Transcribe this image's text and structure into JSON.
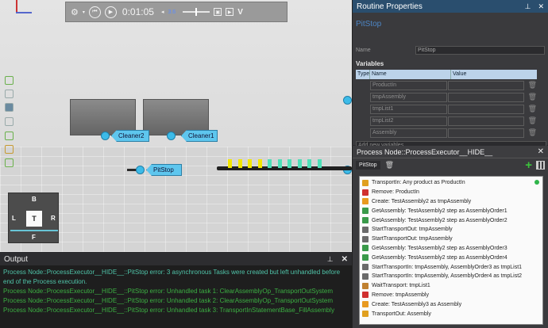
{
  "playback": {
    "time": "0:01:05",
    "speed": "3.6"
  },
  "nodes": {
    "cleaner2": "Cleaner2",
    "cleaner1": "Cleaner1",
    "pitstop": "PitStop"
  },
  "navcube": {
    "top": "T",
    "back": "B",
    "left": "L",
    "right": "R",
    "front": "F"
  },
  "output": {
    "title": "Output",
    "lines": [
      "Process Node::ProcessExecutor__HIDE__::PitStop error: 3 asynchronous Tasks were created but left unhandled before",
      "end of the Process execution.",
      "Process Node::ProcessExecutor__HIDE__::PitStop error: Unhandled task 1: ClearAssemblyOp_TransportOutSystem",
      "Process Node::ProcessExecutor__HIDE__::PitStop error: Unhandled task 2: ClearAssemblyOp_TransportOutSystem",
      "Process Node::ProcessExecutor__HIDE__::PitStop error: Unhandled task 3: TransportInStatementBase_FillAssembly"
    ],
    "colors": {
      "first": "#4fc3a8",
      "rest": "#3cb043"
    }
  },
  "routine": {
    "panel_title": "Routine Properties",
    "name_title": "PitStop",
    "name_label": "Name",
    "name_value": "PitStop",
    "variables_label": "Variables",
    "columns": [
      "Type",
      "Name",
      "Value"
    ],
    "variables": [
      "ProductIn",
      "tmpAssembly",
      "tmpList1",
      "tmpList2",
      "Assembly"
    ],
    "add_placeholder": "Add new variables"
  },
  "process_node": {
    "title": "Process Node::ProcessExecutor__HIDE__",
    "tab": "PitStop",
    "steps": [
      {
        "text": "TransportIn: Any product as ProductIn",
        "icon": "transport-in-icon",
        "color": "#e0a020"
      },
      {
        "text": "Remove: ProductIn",
        "icon": "remove-icon",
        "color": "#d03030"
      },
      {
        "text": "Create: TestAssembly2 as tmpAssembly",
        "icon": "create-icon",
        "color": "#e89a20"
      },
      {
        "text": "GetAssembly: TestAssembly2 step as AssemblyOrder1",
        "icon": "get-assembly-icon",
        "color": "#3a9a4a"
      },
      {
        "text": "GetAssembly: TestAssembly2 step as AssemblyOrder2",
        "icon": "get-assembly-icon",
        "color": "#3a9a4a"
      },
      {
        "text": "StartTransportOut: tmpAssembly",
        "icon": "transport-out-icon",
        "color": "#6b6b6b"
      },
      {
        "text": "StartTransportOut: tmpAssembly",
        "icon": "transport-out-icon",
        "color": "#6b6b6b"
      },
      {
        "text": "GetAssembly: TestAssembly2 step as AssemblyOrder3",
        "icon": "get-assembly-icon",
        "color": "#3a9a4a"
      },
      {
        "text": "GetAssembly: TestAssembly2 step as AssemblyOrder4",
        "icon": "get-assembly-icon",
        "color": "#3a9a4a"
      },
      {
        "text": "StartTransportIn: tmpAssembly, AssemblyOrder3 as tmpList1",
        "icon": "transport-in-icon",
        "color": "#6b6b6b"
      },
      {
        "text": "StartTransportIn: tmpAssembly, AssemblyOrder4 as tmpList2",
        "icon": "transport-in-icon",
        "color": "#6b6b6b"
      },
      {
        "text": "WaitTransport: tmpList1",
        "icon": "wait-icon",
        "color": "#c08030"
      },
      {
        "text": "Remove: tmpAssembly",
        "icon": "remove-icon",
        "color": "#d03030"
      },
      {
        "text": "Create: TestAssembly3 as Assembly",
        "icon": "create-icon",
        "color": "#e89a20"
      },
      {
        "text": "TransportOut: Assembly",
        "icon": "transport-out-icon",
        "color": "#e0a020"
      }
    ]
  },
  "conveyor_pins": [
    "#f2e600",
    "#f2e600",
    "#f2e600",
    "#f2e600",
    "#4ee0b8",
    "#4ee0b8",
    "#4ee0b8",
    "#4ee0b8",
    "#4ee0b8",
    "#4ee0b8"
  ]
}
